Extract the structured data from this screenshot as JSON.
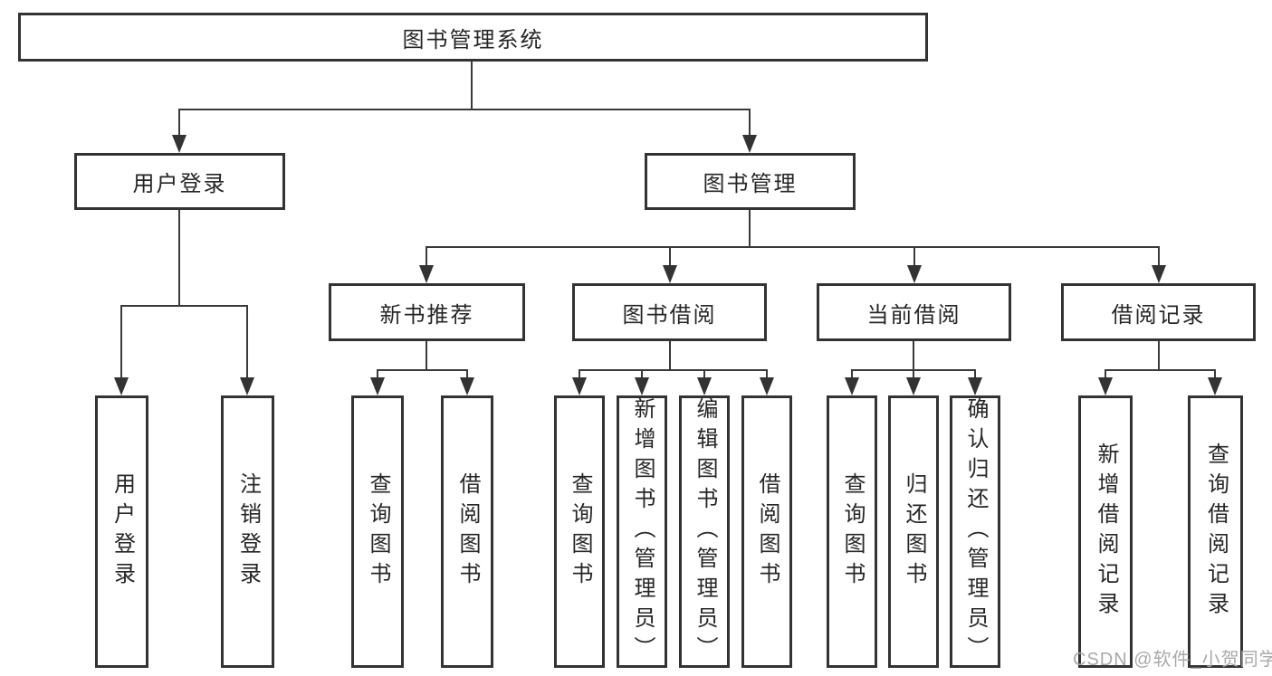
{
  "diagram": {
    "title": "图书管理系统",
    "root": {
      "label": "图书管理系统"
    },
    "level2": [
      {
        "label": "用户登录"
      },
      {
        "label": "图书管理"
      }
    ],
    "level3": [
      {
        "label": "新书推荐"
      },
      {
        "label": "图书借阅"
      },
      {
        "label": "当前借阅"
      },
      {
        "label": "借阅记录"
      }
    ],
    "leaves": {
      "user_login": [
        "用户登录",
        "注销登录"
      ],
      "new_books": [
        "查询图书",
        "借阅图书"
      ],
      "book_borrow": [
        "查询图书",
        "新增图书（管理员）",
        "编辑图书（管理员）",
        "借阅图书"
      ],
      "current_borrow": [
        "查询图书",
        "归还图书",
        "确认归还（管理员）"
      ],
      "borrow_records": [
        "新增借阅记录",
        "查询借阅记录"
      ]
    },
    "colors": {
      "line": "#3a3a3a",
      "border": "#333333",
      "text": "#262626",
      "watermark": "#a9a9a9",
      "background": "#ffffff"
    },
    "watermark": "CSDN @软件_小贺同学"
  }
}
